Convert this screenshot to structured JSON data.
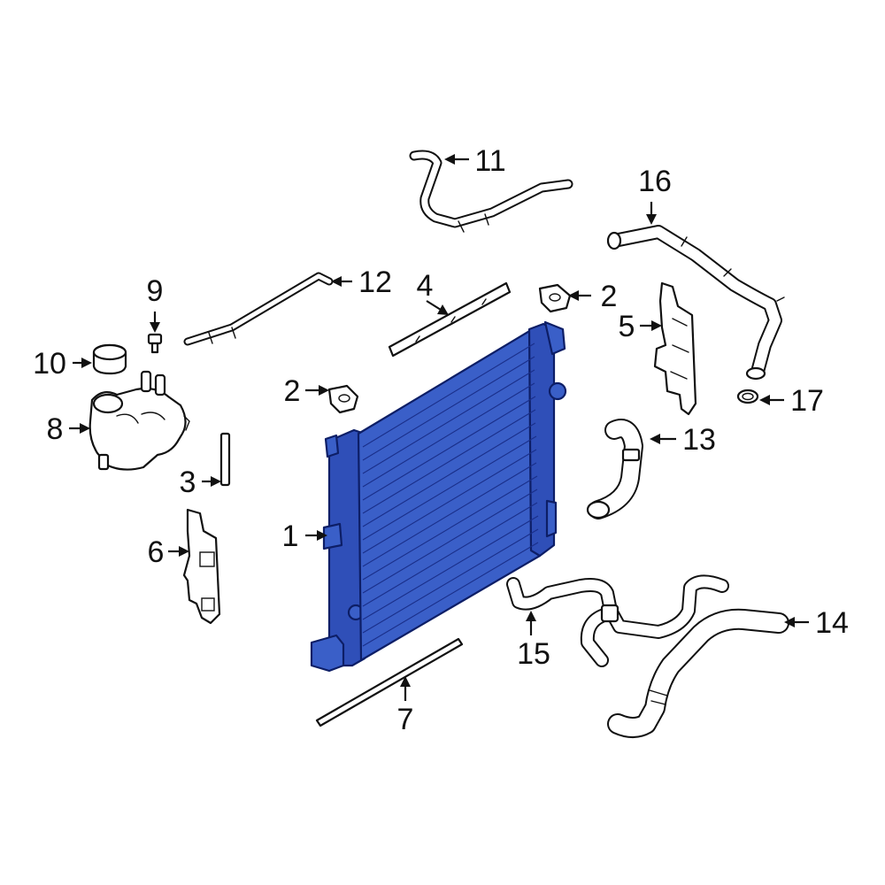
{
  "diagram": {
    "accent_color": "#3a5fc8",
    "callouts": [
      {
        "id": "c1",
        "label": "1"
      },
      {
        "id": "c2a",
        "label": "2"
      },
      {
        "id": "c2b",
        "label": "2"
      },
      {
        "id": "c3",
        "label": "3"
      },
      {
        "id": "c4",
        "label": "4"
      },
      {
        "id": "c5",
        "label": "5"
      },
      {
        "id": "c6",
        "label": "6"
      },
      {
        "id": "c7",
        "label": "7"
      },
      {
        "id": "c8",
        "label": "8"
      },
      {
        "id": "c9",
        "label": "9"
      },
      {
        "id": "c10",
        "label": "10"
      },
      {
        "id": "c11",
        "label": "11"
      },
      {
        "id": "c12",
        "label": "12"
      },
      {
        "id": "c13",
        "label": "13"
      },
      {
        "id": "c14",
        "label": "14"
      },
      {
        "id": "c15",
        "label": "15"
      },
      {
        "id": "c16",
        "label": "16"
      },
      {
        "id": "c17",
        "label": "17"
      }
    ]
  }
}
